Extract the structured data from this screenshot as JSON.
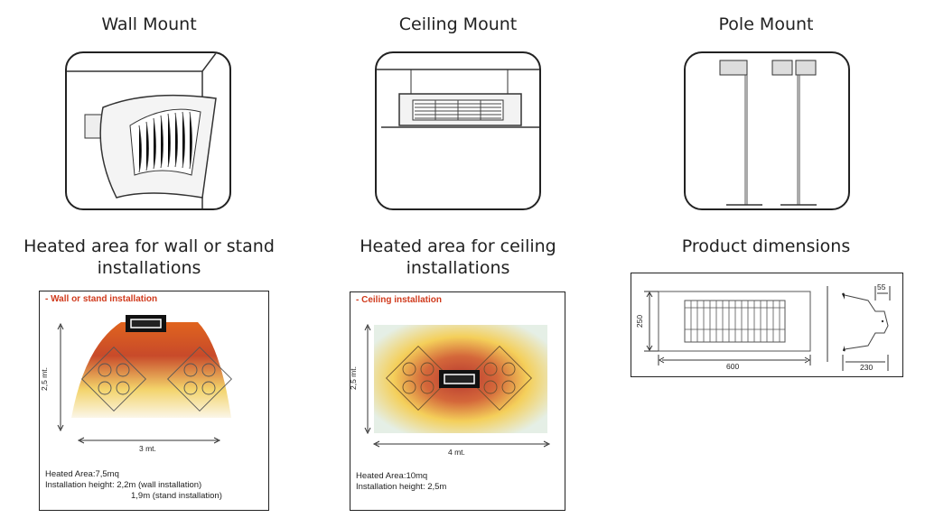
{
  "sections": {
    "wall_mount": "Wall Mount",
    "ceiling_mount": "Ceiling Mount",
    "pole_mount": "Pole Mount",
    "heated_wall_l1": "Heated area for wall or stand",
    "heated_wall_l2": "installations",
    "heated_ceiling_l1": "Heated area for ceiling",
    "heated_ceiling_l2": "installations",
    "dimensions": "Product dimensions"
  },
  "wall_diagram": {
    "title": "- Wall or stand  installation",
    "height": "2,5 mt.",
    "width": "3 mt.",
    "area": "Heated Area:7,5mq",
    "install_l1": "Installation height: 2,2m (wall installation)",
    "install_l2": "1,9m (stand installation)"
  },
  "ceiling_diagram": {
    "title": "- Ceiling installation",
    "height": "2,5 mt.",
    "width": "4 mt.",
    "area": "Heated Area:10mq",
    "install": "Installation height: 2,5m"
  },
  "dimensions": {
    "height": "250",
    "width": "600",
    "depth": "230",
    "bracket": "55"
  }
}
